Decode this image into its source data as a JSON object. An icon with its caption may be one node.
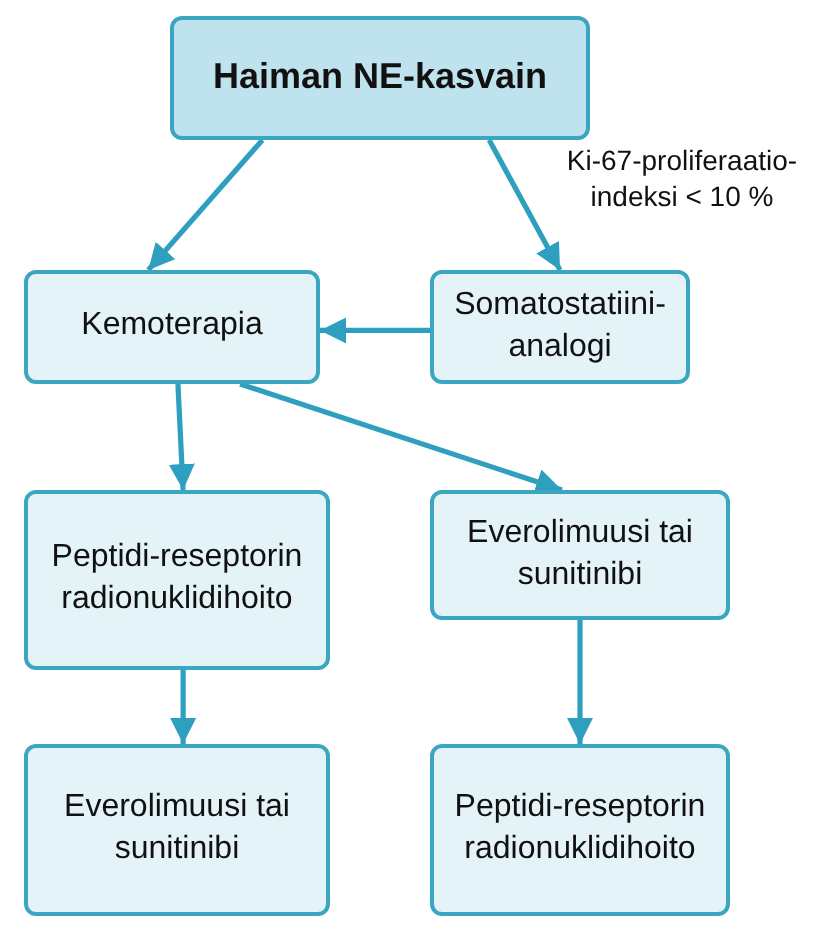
{
  "diagram": {
    "nodes": [
      {
        "text": [
          "Haiman NE-kasvain"
        ]
      },
      {
        "text": [
          "Kemoterapia"
        ]
      },
      {
        "text": [
          "Somatostatiini-analogi"
        ]
      },
      {
        "text": [
          "Peptidi-reseptorin radionuklidihoito"
        ]
      },
      {
        "text": [
          "Everolimuusi tai sunitinibi"
        ]
      },
      {
        "text": [
          "Everolimuusi tai sunitinibi"
        ]
      },
      {
        "text": [
          "Peptidi-reseptorin radionuklidihoito"
        ]
      }
    ],
    "edges": [
      {
        "from": 0,
        "to": 1,
        "arrow": "to"
      },
      {
        "from": 0,
        "to": 2,
        "arrow": "to",
        "label": "Ki-67-proliferaatio-indeksi < 10 %"
      },
      {
        "from": 2,
        "to": 1,
        "arrow": "to"
      },
      {
        "from": 1,
        "to": 3,
        "arrow": "to"
      },
      {
        "from": 1,
        "to": 4,
        "arrow": "to"
      },
      {
        "from": 3,
        "to": 5,
        "arrow": "to"
      },
      {
        "from": 4,
        "to": 6,
        "arrow": "to"
      }
    ]
  }
}
